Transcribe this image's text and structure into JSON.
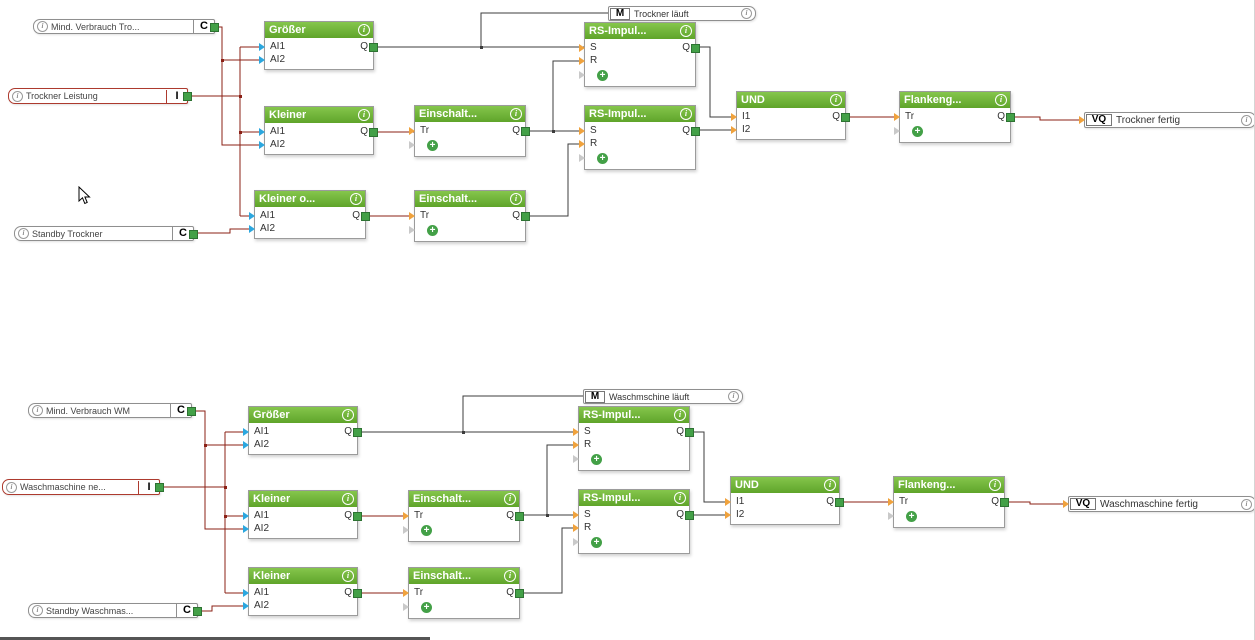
{
  "icons": {
    "info": "i",
    "plus": "+"
  },
  "colors": {
    "block_header_green": "#6fb12e",
    "wire_analog": "#8b2016",
    "wire_digital": "#3c3c3c",
    "output_connector": "#43a047",
    "analog_input_connector": "#2ba7df",
    "digital_input_connector": "#f0a23c"
  },
  "circuits": [
    {
      "inputs": [
        {
          "label": "Mind. Verbrauch Tro...",
          "type": "C"
        },
        {
          "label": "Trockner Leistung",
          "type": "I"
        },
        {
          "label": "Standby Trockner",
          "type": "C"
        }
      ],
      "memory": {
        "letter": "M",
        "label": "Trockner läuft"
      },
      "output": {
        "letter": "VQ",
        "label": "Trockner fertig"
      },
      "blocks": [
        {
          "title": "Größer",
          "in": [
            "AI1",
            "AI2"
          ],
          "out": "Q"
        },
        {
          "title": "Kleiner",
          "in": [
            "AI1",
            "AI2"
          ],
          "out": "Q"
        },
        {
          "title": "Kleiner o...",
          "in": [
            "AI1",
            "AI2"
          ],
          "out": "Q"
        },
        {
          "title": "Einschalt...",
          "in": [
            "Tr"
          ],
          "out": "Q"
        },
        {
          "title": "Einschalt...",
          "in": [
            "Tr"
          ],
          "out": "Q"
        },
        {
          "title": "RS-Impul...",
          "in": [
            "S",
            "R"
          ],
          "out": "Q"
        },
        {
          "title": "RS-Impul...",
          "in": [
            "S",
            "R"
          ],
          "out": "Q"
        },
        {
          "title": "UND",
          "in": [
            "I1",
            "I2"
          ],
          "out": "Q"
        },
        {
          "title": "Flankeng...",
          "in": [
            "Tr"
          ],
          "out": "Q"
        }
      ]
    },
    {
      "inputs": [
        {
          "label": "Mind. Verbrauch WM",
          "type": "C"
        },
        {
          "label": "Waschmaschine ne...",
          "type": "I"
        },
        {
          "label": "Standby Waschmas...",
          "type": "C"
        }
      ],
      "memory": {
        "letter": "M",
        "label": "Waschmschine läuft"
      },
      "output": {
        "letter": "VQ",
        "label": "Waschmaschine fertig"
      },
      "blocks": [
        {
          "title": "Größer",
          "in": [
            "AI1",
            "AI2"
          ],
          "out": "Q"
        },
        {
          "title": "Kleiner",
          "in": [
            "AI1",
            "AI2"
          ],
          "out": "Q"
        },
        {
          "title": "Kleiner",
          "in": [
            "AI1",
            "AI2"
          ],
          "out": "Q"
        },
        {
          "title": "Einschalt...",
          "in": [
            "Tr"
          ],
          "out": "Q"
        },
        {
          "title": "Einschalt...",
          "in": [
            "Tr"
          ],
          "out": "Q"
        },
        {
          "title": "RS-Impul...",
          "in": [
            "S",
            "R"
          ],
          "out": "Q"
        },
        {
          "title": "RS-Impul...",
          "in": [
            "S",
            "R"
          ],
          "out": "Q"
        },
        {
          "title": "UND",
          "in": [
            "I1",
            "I2"
          ],
          "out": "Q"
        },
        {
          "title": "Flankeng...",
          "in": [
            "Tr"
          ],
          "out": "Q"
        }
      ]
    }
  ]
}
